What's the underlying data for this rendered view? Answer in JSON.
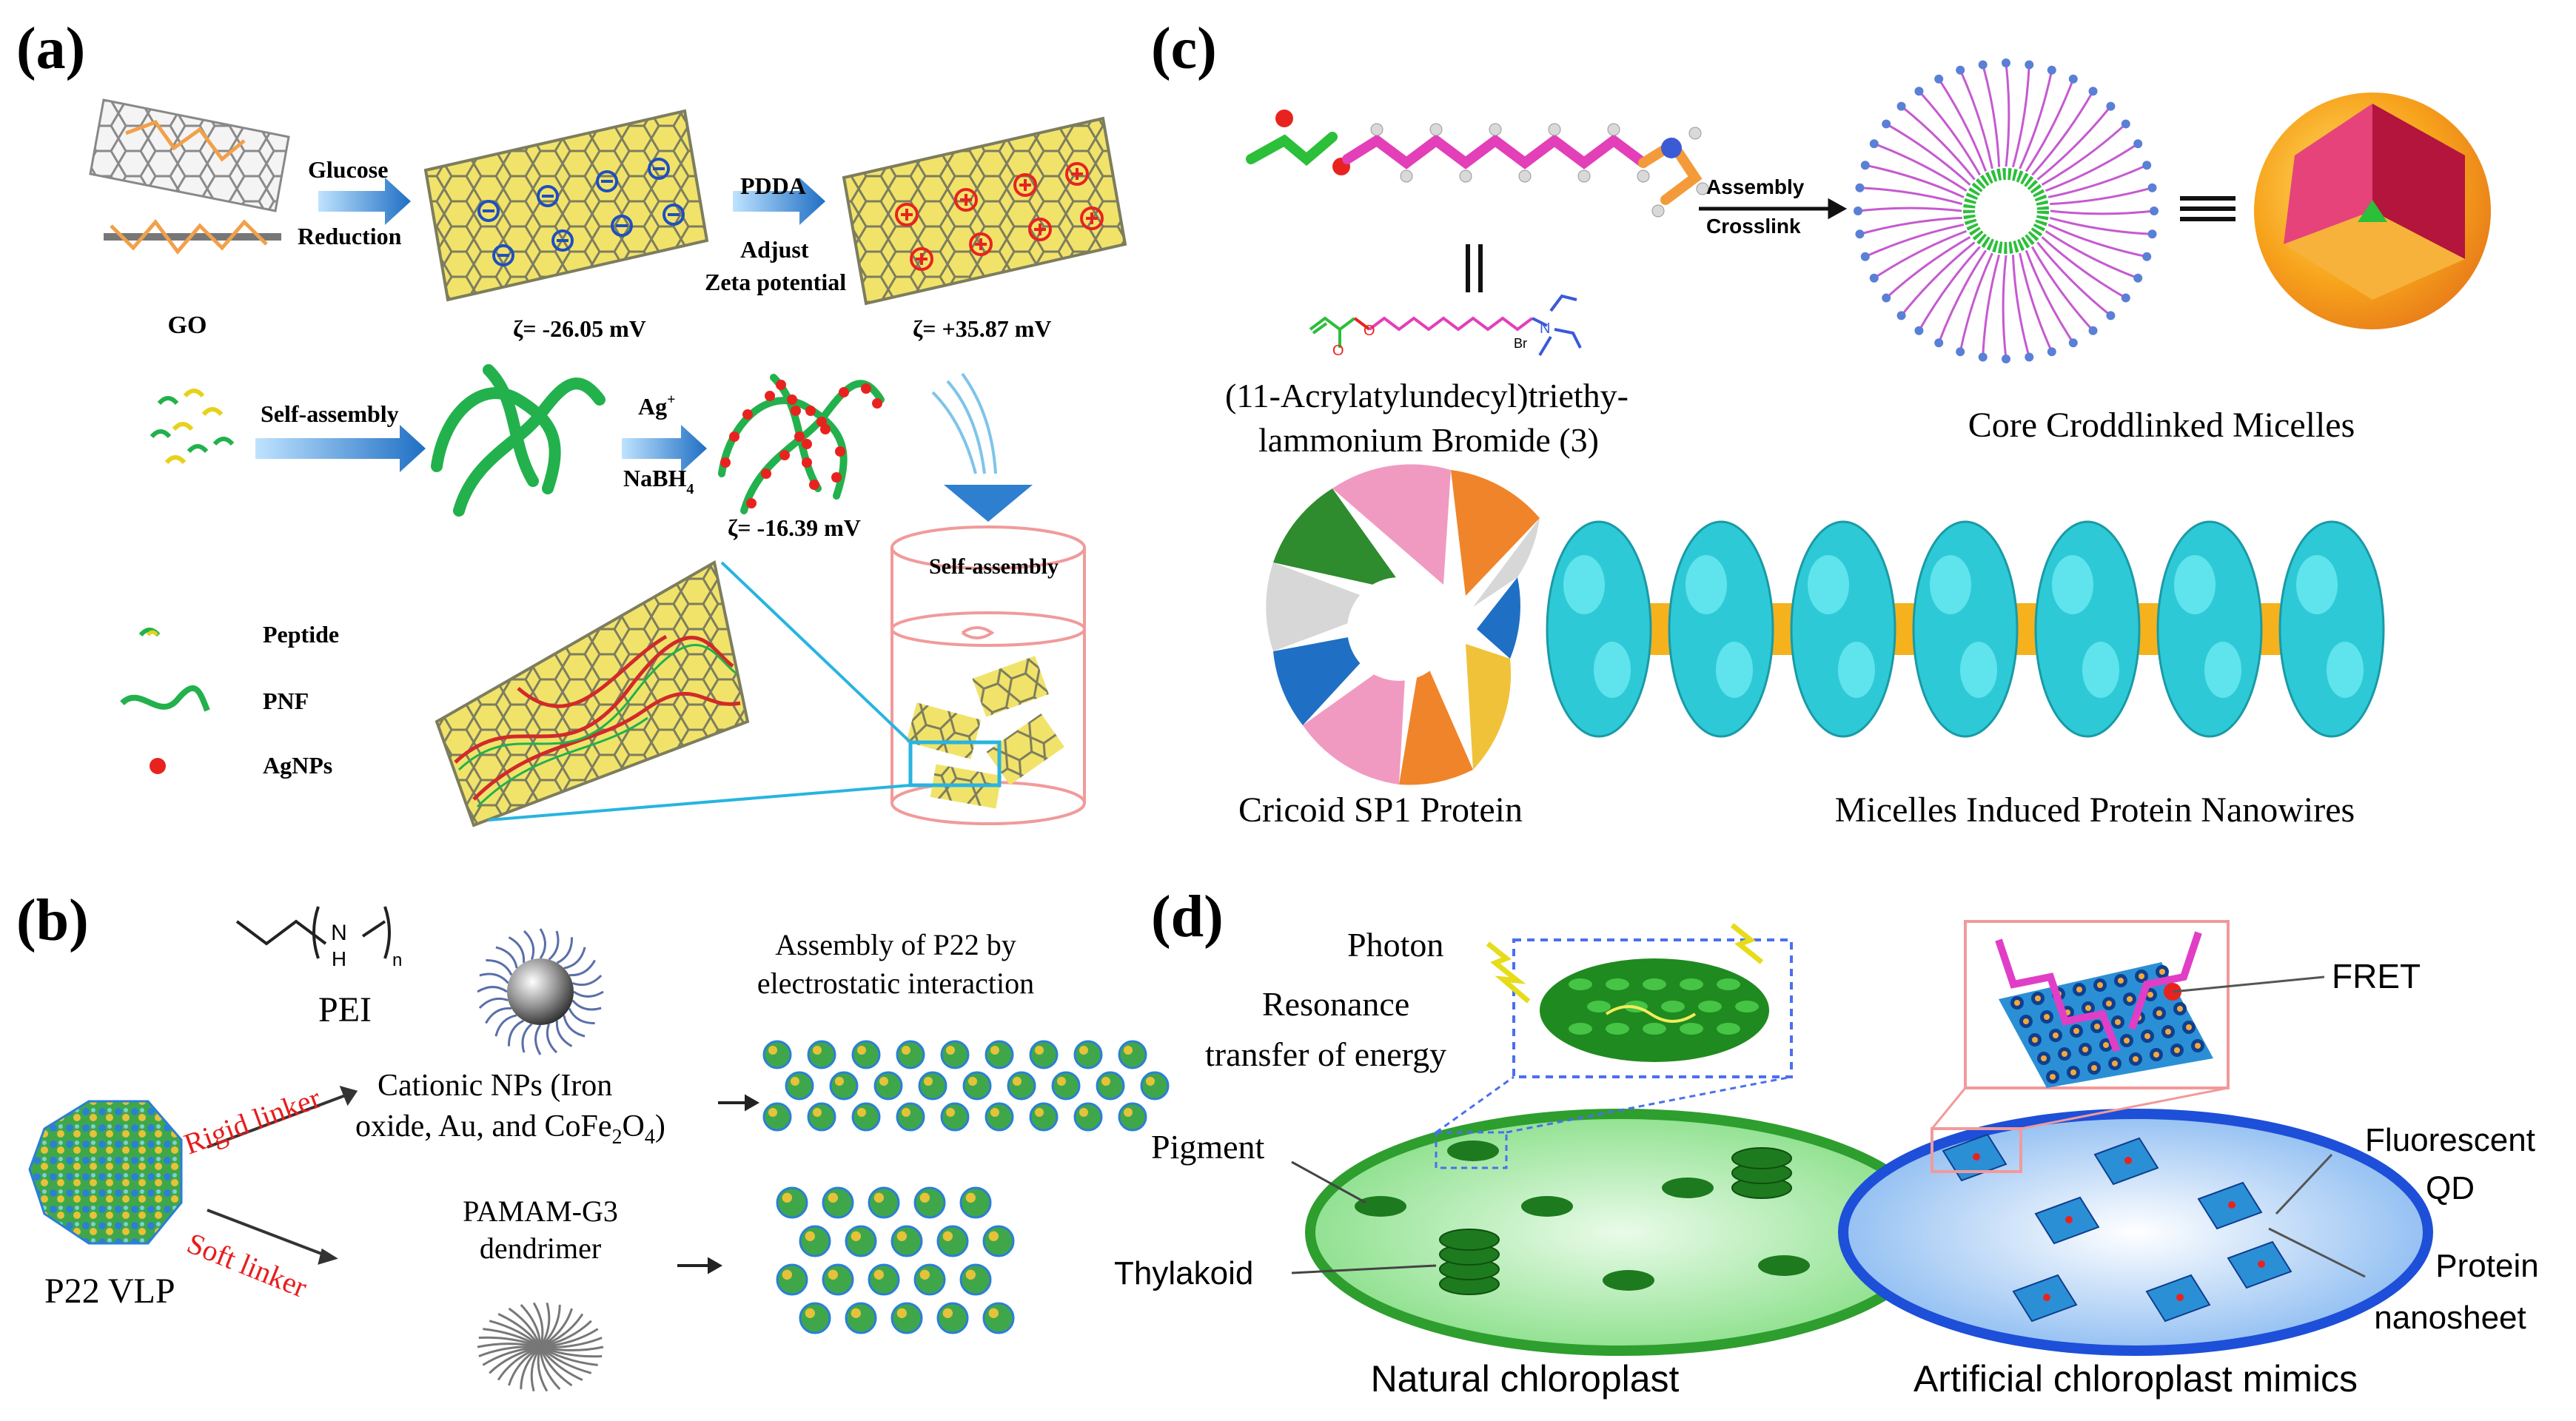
{
  "panels": {
    "a": {
      "label": "(a)",
      "go": "GO",
      "glucose": "Glucose",
      "reduction": "Reduction",
      "pdda": "PDDA",
      "adjust": "Adjust",
      "zeta_potential": "Zeta potential",
      "zeta1": "ζ= -26.05 mV",
      "zeta2": "ζ= +35.87 mV",
      "zeta3": "ζ= -16.39 mV",
      "self_assembly": "Self-assembly",
      "ag": "Ag",
      "ag_sup": "+",
      "nabh": "NaBH",
      "nabh_sub": "4",
      "self_assembly_cyl": "Self-assembly",
      "legend": {
        "peptide": "Peptide",
        "pnf": "PNF",
        "agnps": "AgNPs"
      }
    },
    "b": {
      "label": "(b)",
      "pei": "PEI",
      "n_sub": "n",
      "n_atom": "N",
      "h_atom": "H",
      "rigid_linker": "Rigid linker",
      "soft_linker": "Soft linker",
      "cationic_line1": "Cationic NPs (Iron",
      "cationic_line2a": "oxide, Au, and CoFe",
      "cationic_sub2": "2",
      "cationic_o": "O",
      "cationic_sub4": "4",
      "cationic_close": ")",
      "assembly_line1": "Assembly of P22 by",
      "assembly_line2": "electrostatic interaction",
      "pamam_line1": "PAMAM-G3",
      "pamam_line2": "dendrimer",
      "p22": "P22 VLP"
    },
    "c": {
      "label": "(c)",
      "assembly": "Assembly",
      "crosslink": "Crosslink",
      "br": "Br",
      "compound_line1": "(11-Acrylatylundecyl)triethy-",
      "compound_line2": "lammonium Bromide (3)",
      "micelles": "Core Croddlinked Micelles",
      "sp1": "Cricoid SP1 Protein",
      "nanowires": "Micelles Induced Protein Nanowires"
    },
    "d": {
      "label": "(d)",
      "photon": "Photon",
      "resonance_line1": "Resonance",
      "resonance_line2": "transfer of energy",
      "pigment": "Pigment",
      "thylakoid": "Thylakoid",
      "fret": "FRET",
      "fluorescent_line1": "Fluorescent",
      "fluorescent_line2": "QD",
      "protein_line1": "Protein",
      "protein_line2": "nanosheet",
      "natural": "Natural chloroplast",
      "artificial": "Artificial chloroplast mimics"
    }
  },
  "colors": {
    "graphene_fill": "#f1e36a",
    "graphene_edge": "#8a8a6a",
    "arrow_blue": "#2f7fd0",
    "pnf_green": "#22b14c",
    "agnp_red": "#e8231f",
    "cyl_pink": "#f19a9a",
    "cyl_cyan": "#28b4e0",
    "protein_cyan": "#2ec9d6",
    "linker_orange": "#f6b21c",
    "magenta": "#e03ec7",
    "chloro_green": "#3fbf3f",
    "chloro_blue": "#1d4fd8",
    "red_text": "#e81c1c"
  }
}
